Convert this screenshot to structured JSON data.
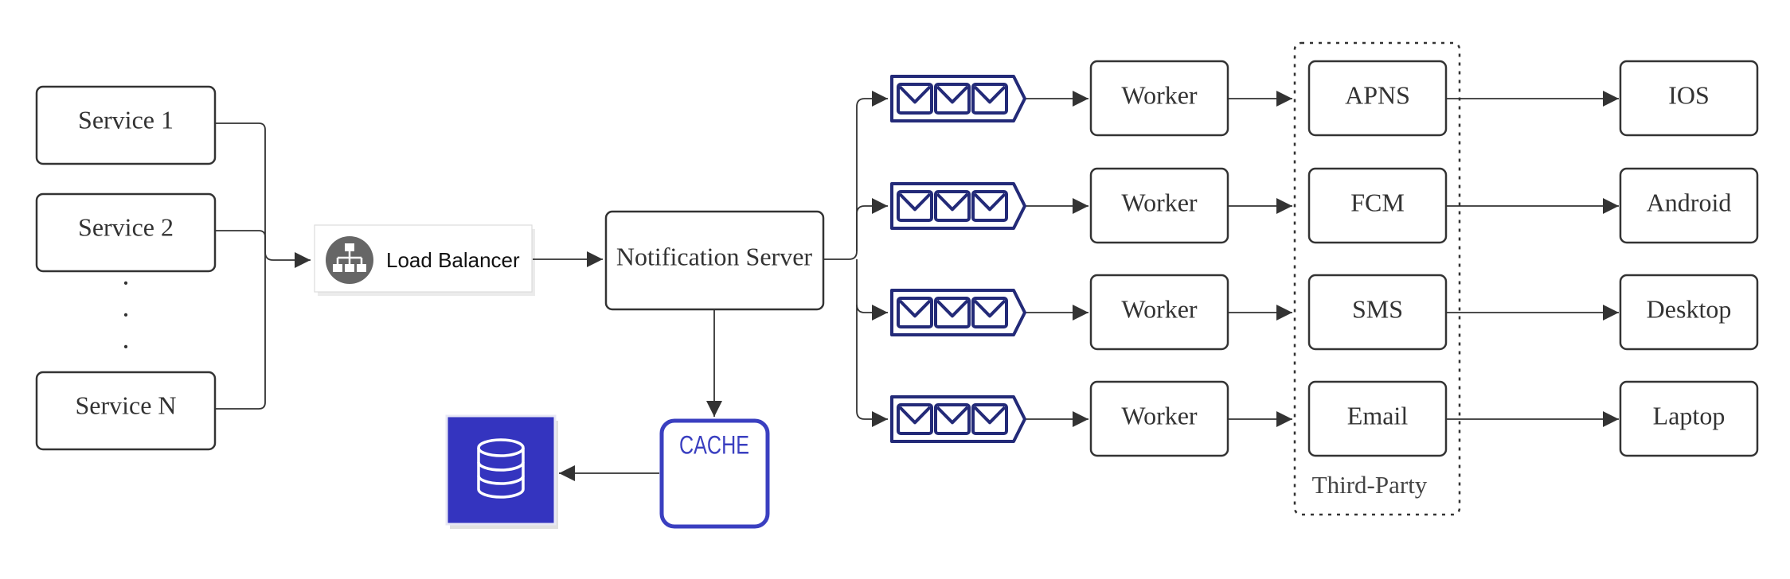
{
  "services": {
    "items": [
      "Service 1",
      "Service 2",
      "Service N"
    ],
    "ellipsis": [
      "·",
      "·",
      "·"
    ]
  },
  "load_balancer": {
    "label": "Load Balancer",
    "icon": "sitemap-icon"
  },
  "notification_server": {
    "label": "Notification Server"
  },
  "cache": {
    "label": "CACHE"
  },
  "database": {
    "icon": "database-icon"
  },
  "queues": {
    "count": 4,
    "icon": "message-queue-icon"
  },
  "workers": [
    "Worker",
    "Worker",
    "Worker",
    "Worker"
  ],
  "third_party": {
    "label": "Third-Party",
    "items": [
      "APNS",
      "FCM",
      "SMS",
      "Email"
    ]
  },
  "devices": [
    "IOS",
    "Android",
    "Desktop",
    "Laptop"
  ],
  "colors": {
    "stroke": "#333333",
    "queue": "#232a78",
    "cache": "#3a3fc0",
    "database": "#3434bf",
    "lb_icon": "#666666"
  }
}
